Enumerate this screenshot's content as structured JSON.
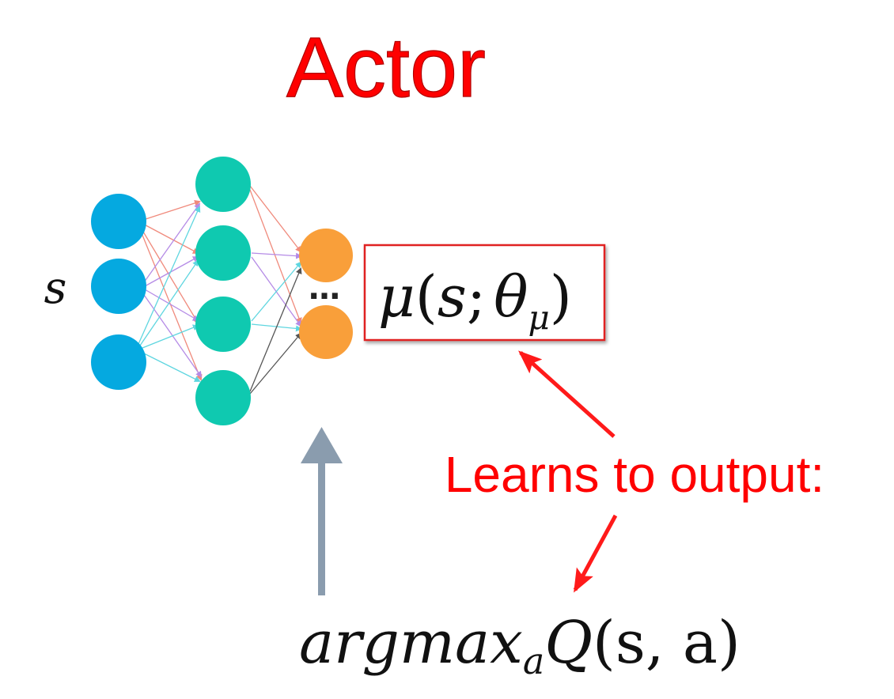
{
  "title": "Actor",
  "input_label": "s",
  "output": {
    "func": "μ",
    "open": "(",
    "arg": "s",
    "sep": ";",
    "param": "θ",
    "param_sub": "μ",
    "close": ")"
  },
  "ellipsis": "…",
  "note": "Learns to output:",
  "target": {
    "main": "argmax",
    "sub": "a",
    "func": "Q",
    "args": "(s, a)"
  },
  "colors": {
    "title": "#ff0000",
    "annotation": "#ff0000",
    "input_node": "#05a9e0",
    "hidden_node": "#0fc9b0",
    "output_node": "#f99f3a",
    "gradient_arrow": "#8a9cae"
  }
}
